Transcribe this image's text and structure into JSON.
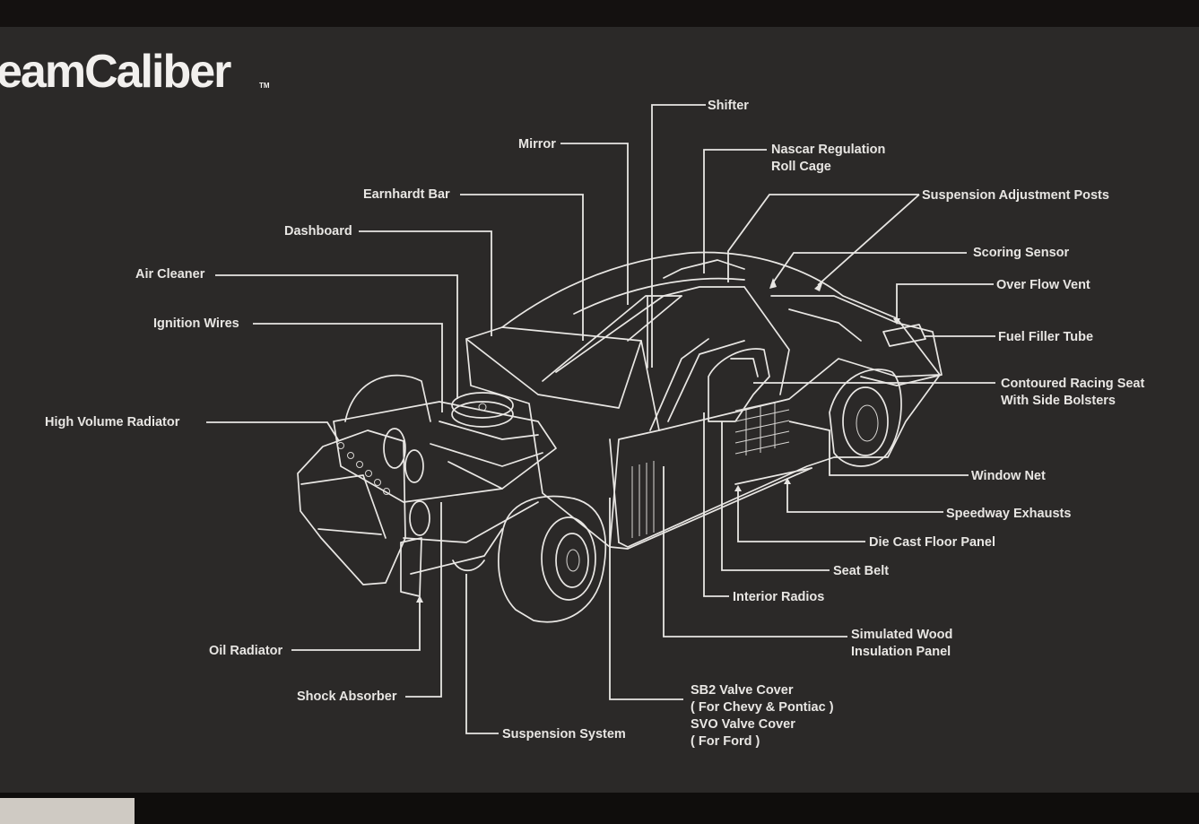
{
  "brand": {
    "logo_text": "eamCaliber",
    "trademark": "TM"
  },
  "colors": {
    "board": "#2b2928",
    "ink": "#e8e6e3",
    "background": "#1a1613"
  },
  "labels": {
    "shifter": "Shifter",
    "mirror": "Mirror",
    "nascar_cage_1": "Nascar Regulation",
    "nascar_cage_2": "Roll Cage",
    "earnhardt_bar": "Earnhardt Bar",
    "suspension_posts": "Suspension Adjustment Posts",
    "dashboard": "Dashboard",
    "scoring_sensor": "Scoring Sensor",
    "air_cleaner": "Air Cleaner",
    "over_flow_vent": "Over Flow Vent",
    "ignition_wires": "Ignition Wires",
    "fuel_filler_tube": "Fuel Filler Tube",
    "racing_seat_1": "Contoured Racing Seat",
    "racing_seat_2": "With Side Bolsters",
    "high_volume_radiator": "High Volume Radiator",
    "window_net": "Window Net",
    "speedway_exhausts": "Speedway Exhausts",
    "die_cast_floor_panel": "Die Cast Floor Panel",
    "seat_belt": "Seat Belt",
    "interior_radios": "Interior Radios",
    "wood_panel_1": "Simulated Wood",
    "wood_panel_2": "Insulation Panel",
    "oil_radiator": "Oil Radiator",
    "shock_absorber": "Shock Absorber",
    "valve_cover_1": "SB2 Valve Cover",
    "valve_cover_2": "( For Chevy & Pontiac )",
    "valve_cover_3": "SVO Valve Cover",
    "valve_cover_4": "( For Ford )",
    "suspension_system": "Suspension System"
  }
}
